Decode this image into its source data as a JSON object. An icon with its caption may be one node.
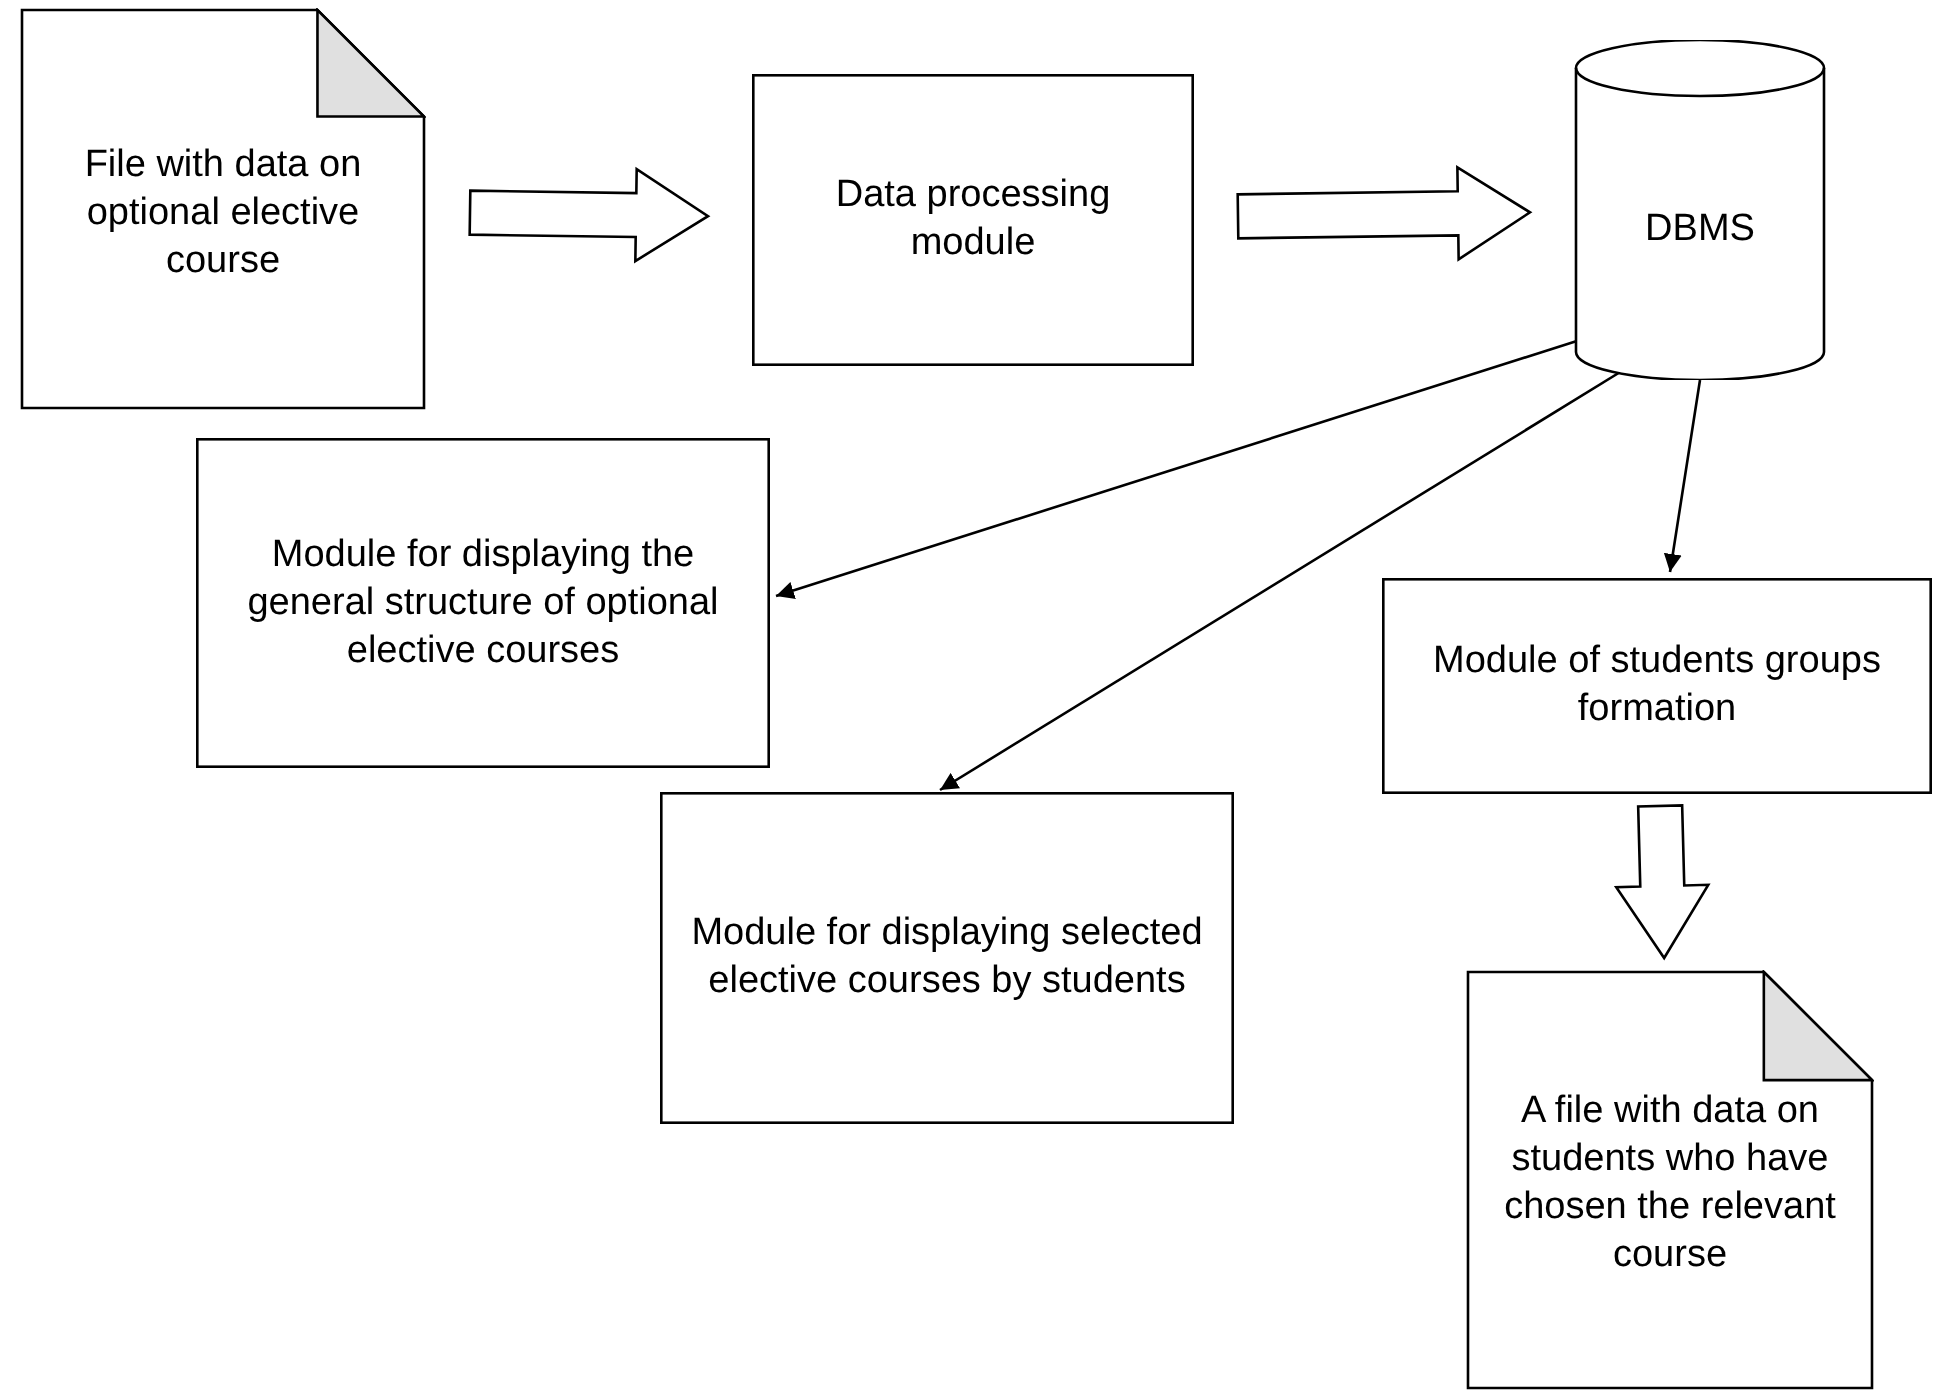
{
  "diagram": {
    "nodes": [
      {
        "text": [
          "File with data on optional elective course"
        ]
      },
      {
        "text": [
          "Data processing module"
        ]
      },
      {
        "text": [
          "DBMS"
        ]
      },
      {
        "text": [
          "Module for displaying the general structure of optional elective courses"
        ]
      },
      {
        "text": [
          "Module of students groups formation"
        ]
      },
      {
        "text": [
          "Module for displaying selected elective courses by students"
        ]
      },
      {
        "text": [
          "A file with data on students who have chosen the relevant course"
        ]
      }
    ],
    "edges": [
      {
        "from": 0,
        "to": 1,
        "arrow": "to",
        "style": "thick"
      },
      {
        "from": 1,
        "to": 2,
        "arrow": "to",
        "style": "thick"
      },
      {
        "from": 2,
        "to": 3,
        "arrow": "to"
      },
      {
        "from": 2,
        "to": 5,
        "arrow": "to"
      },
      {
        "from": 2,
        "to": 4,
        "arrow": "to"
      },
      {
        "from": 4,
        "to": 6,
        "arrow": "to",
        "style": "thick"
      }
    ]
  }
}
